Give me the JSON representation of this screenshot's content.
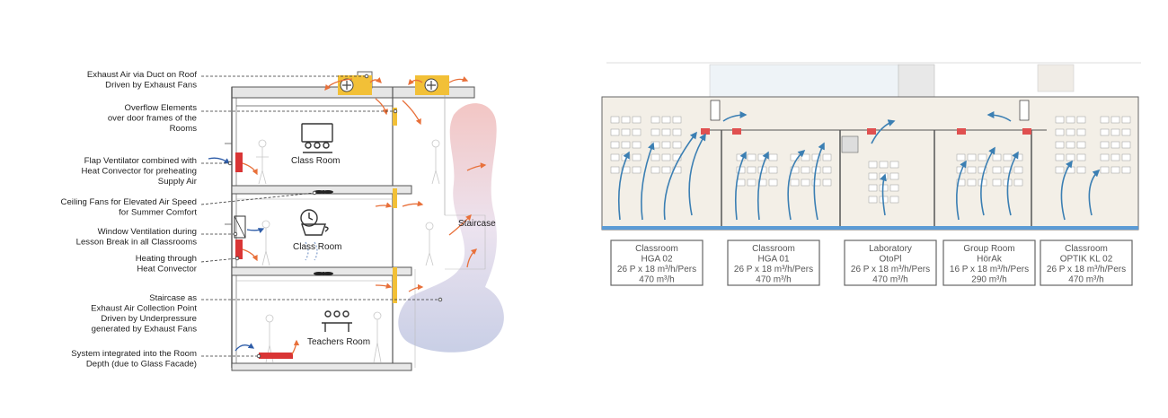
{
  "section": {
    "annotations": [
      {
        "lines": [
          "Exhaust Air via Duct on Roof",
          "Driven by Exhaust Fans"
        ]
      },
      {
        "lines": [
          "Overflow Elements",
          "over door frames of the",
          "Rooms"
        ]
      },
      {
        "lines": [
          "Flap Ventilator combined with",
          "Heat Convector for preheating",
          "Supply Air"
        ]
      },
      {
        "lines": [
          "Ceiling Fans for Elevated Air Speed",
          "for Summer Comfort"
        ]
      },
      {
        "lines": [
          "Window Ventilation during",
          "Lesson Break in all Classrooms"
        ]
      },
      {
        "lines": [
          "Heating through",
          "Heat Convector"
        ]
      },
      {
        "lines": [
          "Staircase as",
          "Exhaust Air Collection Point",
          "Driven by Underpressure",
          "generated by Exhaust Fans"
        ]
      },
      {
        "lines": [
          "System integrated into the Room",
          "Depth (due to Glass Facade)"
        ]
      }
    ],
    "rooms": [
      "Class Room",
      "Class Room",
      "Teachers Room"
    ],
    "staircase_label": "Staircase",
    "colors": {
      "warm": "#e8703a",
      "cool": "#2f5da8",
      "duct": "#f2c037",
      "heater": "#d93535"
    }
  },
  "plan": {
    "rooms": [
      {
        "type": "Classroom",
        "name": "HGA 02",
        "capacity": "26 P x 18 m³/h/Pers",
        "flow": "470 m³/h"
      },
      {
        "type": "Classroom",
        "name": "HGA 01",
        "capacity": "26 P x 18 m³/h/Pers",
        "flow": "470 m³/h"
      },
      {
        "type": "Laboratory",
        "name": "OtoPl",
        "capacity": "26 P x 18 m³/h/Pers",
        "flow": "470 m³/h"
      },
      {
        "type": "Group Room",
        "name": "HörAk",
        "capacity": "16 P x 18 m³/h/Pers",
        "flow": "290 m³/h"
      },
      {
        "type": "Classroom",
        "name": "OPTIK KL 02",
        "capacity": "26 P x 18 m³/h/Pers",
        "flow": "470 m³/h"
      }
    ],
    "colors": {
      "arrow": "#3b7fb3",
      "supply": "#5b9bd5",
      "unit": "#e05050"
    }
  }
}
